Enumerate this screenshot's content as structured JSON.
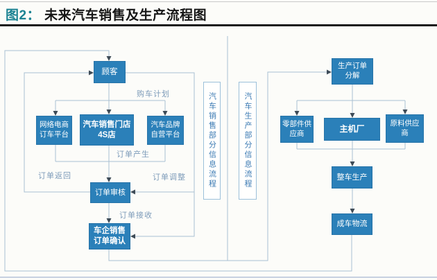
{
  "header": {
    "figure_label": "图2：",
    "title": "未来汽车销售及生产流程图"
  },
  "colors": {
    "page_bg": "#fcfcf9",
    "accent_teal": "#1b8292",
    "title_text": "#161616",
    "rule_black": "#151515",
    "box_fill": "#2b80b9",
    "box_text": "#ffffff",
    "line": "#a9c0d2",
    "arrow": "#3e4b57",
    "edge_label": "#7e9cba",
    "lane_text": "#3a79b3",
    "lane_border": "#9cc0da",
    "border_gray": "#c9c9c9",
    "border_blue": "#c6d0e0"
  },
  "nodes": {
    "customer": "顾客",
    "online_platform": "网络电商\n订车平台",
    "dealer_4s": "汽车销售门店\n4S店",
    "brand_platform": "汽车品牌\n自营平台",
    "order_review": "订单审核",
    "oem_sales_confirm": "车企销售\n订单确认",
    "production_order_split": "生产订单\n分解",
    "parts_supplier": "零部件供\n应商",
    "oem_factory": "主机厂",
    "material_supplier": "原料供应\n商",
    "vehicle_production": "整车生产",
    "vehicle_logistics": "成车物流"
  },
  "edge_labels": {
    "purchase_plan": "购车计划",
    "order_create": "订单产生",
    "order_return": "订单返回",
    "order_adjust": "订单调整",
    "order_receive": "订单接收"
  },
  "lanes": {
    "sales_info": "汽车销售部分信息流程",
    "production_info": "汽车生产部分信息流程"
  }
}
